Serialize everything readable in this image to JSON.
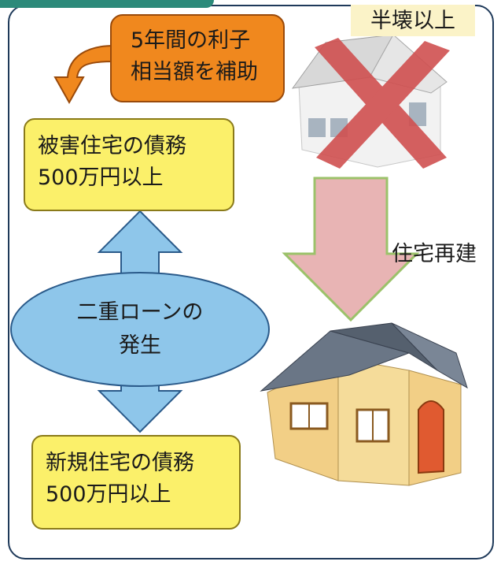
{
  "subsidy_box": {
    "line1": "5年間の利子",
    "line2": "相当額を補助"
  },
  "damaged_debt_box": {
    "line1": "被害住宅の債務",
    "line2": "500万円以上"
  },
  "new_debt_box": {
    "line1": "新規住宅の債務",
    "line2": "500万円以上"
  },
  "double_loan": {
    "line1": "二重ローンの",
    "line2": "発生"
  },
  "damage_label": "半壊以上",
  "rebuild_label": "住宅再建",
  "colors": {
    "frame": "#1f3a5a",
    "tab": "#2c8a7a",
    "orange": "#f0881e",
    "yellow": "#fbf06a",
    "blue_arrow": "#8ec6ea",
    "ellipse": "#8ec6ea",
    "pink_arrow": "#e8b4b4",
    "red_x": "#d05050"
  },
  "icons": [
    "damaged-house-icon",
    "new-house-icon",
    "red-x-icon"
  ]
}
